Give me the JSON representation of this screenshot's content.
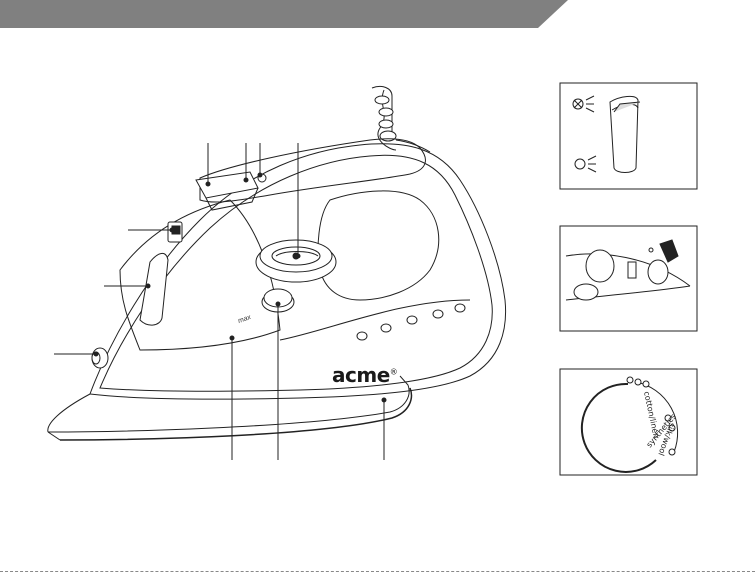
{
  "brand": {
    "logo_text": "acme",
    "mark": "®"
  },
  "iron": {
    "water_level_label": "max"
  },
  "dial_panel": {
    "labels": [
      "cotton/linen",
      "silk/wool",
      "synthetics"
    ]
  },
  "colors": {
    "header": "#808080",
    "line": "#222222",
    "panel_border": "#222222"
  }
}
